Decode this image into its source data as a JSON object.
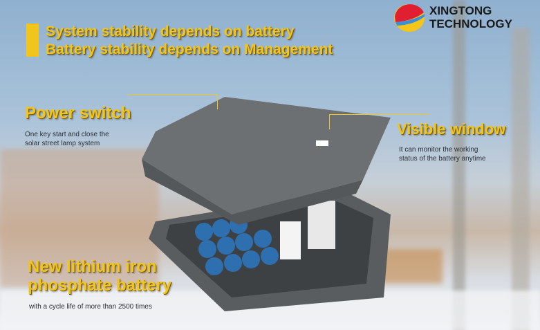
{
  "brand": {
    "name_line1": "XINGTONG",
    "name_line2": "TECHNOLOGY"
  },
  "headline": {
    "line1": "System stability depends on battery",
    "line2": "Battery stability depends on Management"
  },
  "features": [
    {
      "title": "Power switch",
      "desc1": "One key start and close the",
      "desc2": "solar street lamp system"
    },
    {
      "title": "Visible window",
      "desc1": "It can monitor the working",
      "desc2": "status of the battery anytime"
    },
    {
      "title1": "New lithium iron",
      "title2": "phosphate battery",
      "desc1": "with a cycle life of more than 2500 times"
    }
  ],
  "colors": {
    "accent": "#f2c51c",
    "logo_red": "#e02030",
    "logo_yellow": "#f5c518",
    "logo_blue": "#3a8fd8"
  }
}
